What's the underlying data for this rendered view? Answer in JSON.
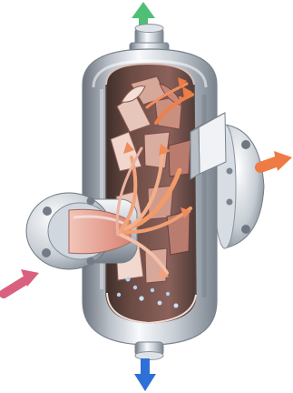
{
  "figure": {
    "type": "cutaway-illustration",
    "components": [
      "steel-vessel",
      "top-outlet-nozzle",
      "bottom-drain-nozzle",
      "left-inlet-flange",
      "right-outlet-flange",
      "internal-separator-vanes",
      "flow-arrows"
    ]
  },
  "colors": {
    "background": "#ffffff",
    "steel_light": "#f3f5f8",
    "steel_mid": "#b8bfc8",
    "steel_dark": "#6f7883",
    "interior_shadow": "#4e3e3a",
    "vane_light": "#e7cbbf",
    "vane_mid": "#c9917f",
    "vane_dark": "#7e4a45",
    "flow_orange": "#ee7b44",
    "flow_pink": "#d9607f",
    "flow_green": "#4fbf76",
    "flow_blue": "#2f6fd8",
    "flow_inlet": "#d99586"
  }
}
